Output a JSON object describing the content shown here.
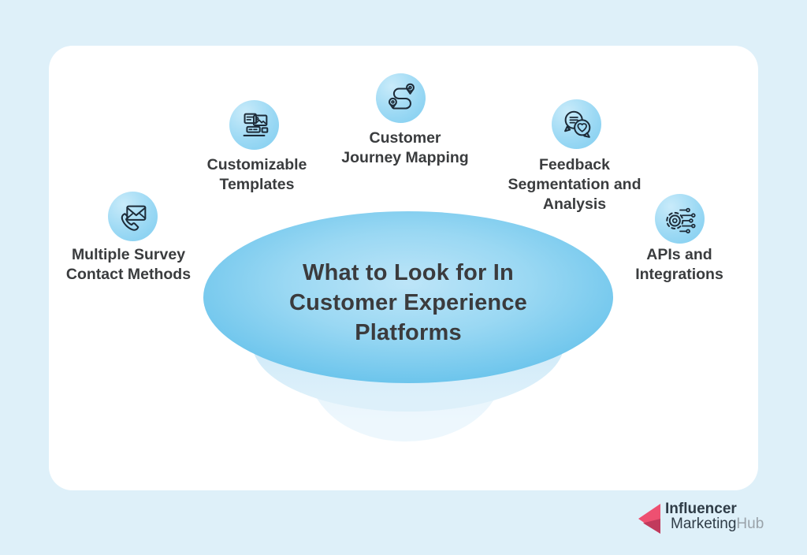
{
  "center": {
    "title_lines": [
      "What to Look for In",
      "Customer Experience",
      "Platforms"
    ]
  },
  "items": [
    {
      "label": "Multiple Survey Contact Methods",
      "lines": [
        "Multiple Survey",
        "Contact Methods"
      ],
      "icon": "phone-envelope-icon"
    },
    {
      "label": "Customizable Templates",
      "lines": [
        "Customizable",
        "Templates"
      ],
      "icon": "templates-icon"
    },
    {
      "label": "Customer Journey Mapping",
      "lines": [
        "Customer",
        "Journey Mapping"
      ],
      "icon": "journey-map-icon"
    },
    {
      "label": "Feedback Segmentation and Analysis",
      "lines": [
        "Feedback",
        "Segmentation and",
        "Analysis"
      ],
      "icon": "chat-heart-icon"
    },
    {
      "label": "APIs and Integrations",
      "lines": [
        "APIs and",
        "Integrations"
      ],
      "icon": "api-gear-icon"
    }
  ],
  "logo": {
    "line1": "Influencer",
    "line2_dark": "Marketing",
    "line2_light": "Hub"
  },
  "colors": {
    "background": "#def0f9",
    "card": "#ffffff",
    "ellipse_center": "#bde5f8",
    "ellipse_edge": "#66c2eb",
    "icon_circle": "#9cd9f4",
    "icon_stroke": "#1d2b38",
    "text": "#3a3c3e",
    "logo_pink_light": "#ee5071",
    "logo_pink_dark": "#c13a5c",
    "logo_gray": "#9aa3aa"
  }
}
